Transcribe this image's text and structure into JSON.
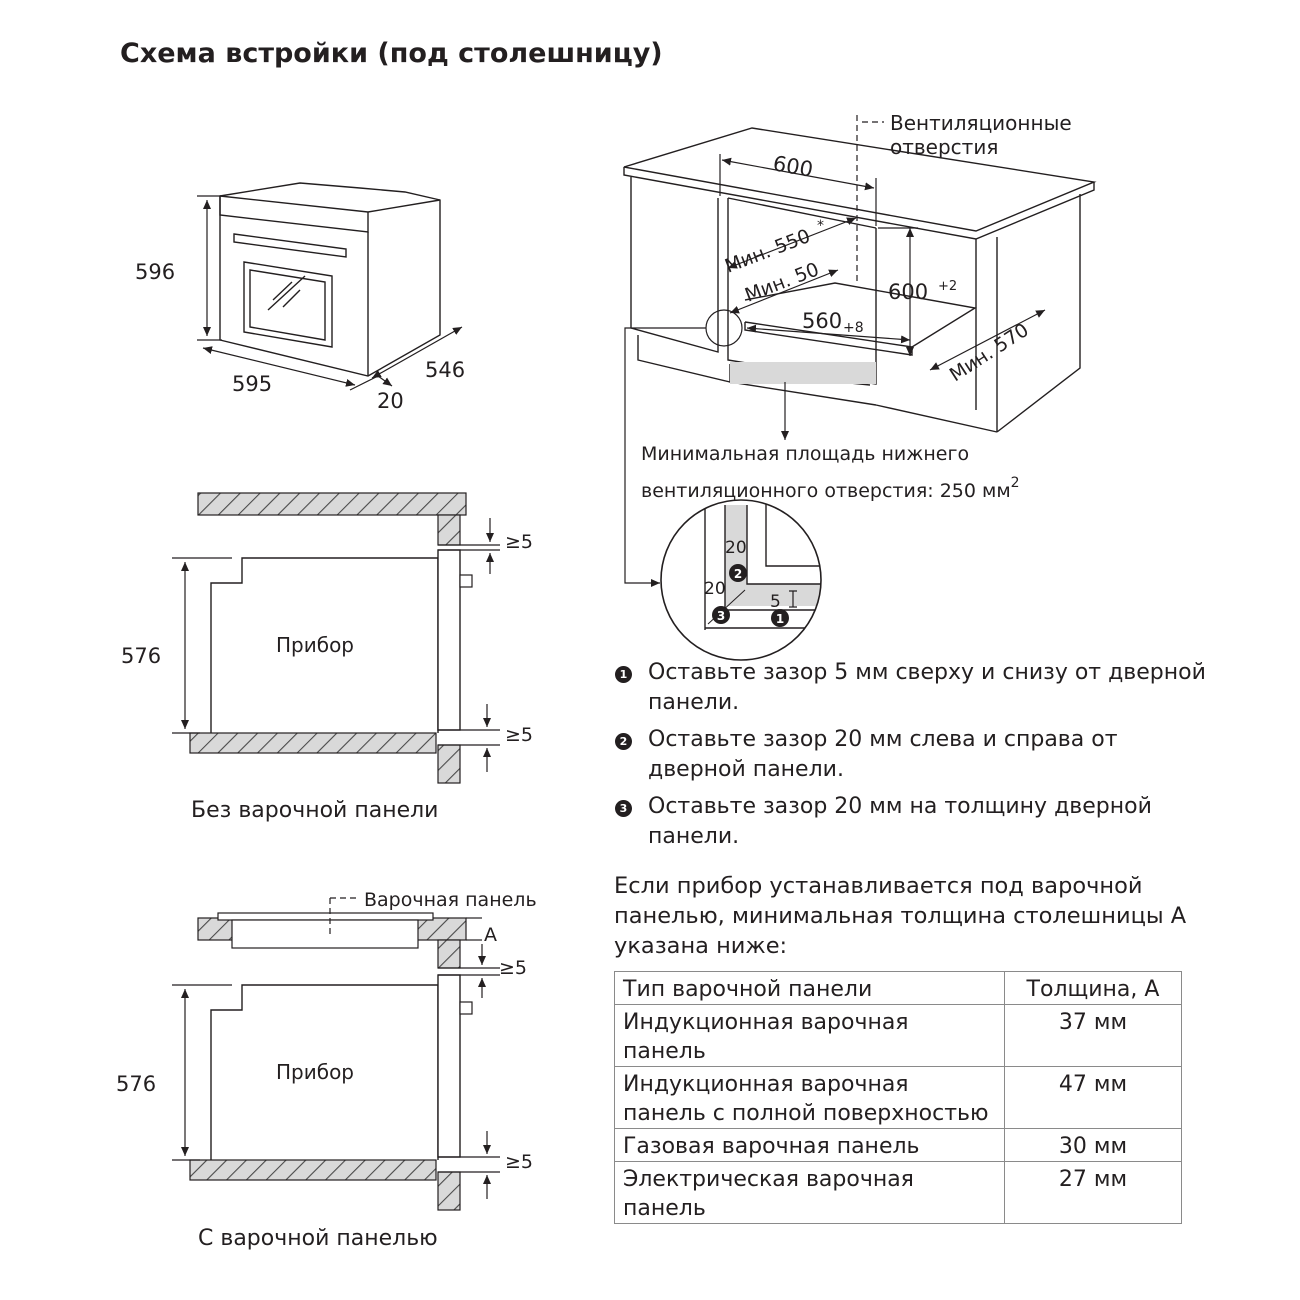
{
  "title": "Схема встройки (под столешницу)",
  "oven_dims": {
    "height": "596",
    "width": "595",
    "depth": "546",
    "door": "20"
  },
  "cabinet": {
    "vent_label_line1": "Вентиляционные",
    "vent_label_line2": "отверстия",
    "width": "600",
    "min_550": "Мин. 550",
    "asterisk": "*",
    "min_50": "Мин. 50",
    "height_600": "600",
    "height_tol": "+2",
    "width_560": "560",
    "width_tol": "+8",
    "min_570": "Мин. 570",
    "bottom_vent_line1": "Минимальная площадь нижнего",
    "bottom_vent_line2": "вентиляционного отверстия: 250 мм",
    "bottom_vent_sup": "2"
  },
  "detail": {
    "gap_a": "20",
    "gap_b": "20",
    "gap_c": "5",
    "mark1": "1",
    "mark2": "2",
    "mark3": "3"
  },
  "no_hob": {
    "height": "576",
    "device": "Прибор",
    "gap_top": "≥5",
    "gap_bottom": "≥5",
    "caption": "Без варочной панели"
  },
  "with_hob": {
    "hob_label": "Варочная панель",
    "a_label": "A",
    "height": "576",
    "device": "Прибор",
    "gap_top": "≥5",
    "gap_bottom": "≥5",
    "caption": "С варочной панелью"
  },
  "notes": [
    {
      "num": "1",
      "text": "Оставьте зазор 5 мм сверху и снизу от дверной панели."
    },
    {
      "num": "2",
      "text": "Оставьте зазор 20 мм слева и справа от дверной панели."
    },
    {
      "num": "3",
      "text": "Оставьте зазор 20 мм на толщину дверной панели."
    }
  ],
  "intro": "Если прибор устанавливается под варочной панелью, минимальная толщина столешницы A указана ниже:",
  "table": {
    "headers": [
      "Тип варочной панели",
      "Толщина, A"
    ],
    "rows": [
      [
        "Индукционная варочная панель",
        "37 мм"
      ],
      [
        "Индукционная варочная панель с полной поверхностью",
        "47 мм"
      ],
      [
        "Газовая варочная панель",
        "30 мм"
      ],
      [
        "Электрическая варочная панель",
        "27 мм"
      ]
    ]
  },
  "colors": {
    "line": "#231f20",
    "hatch_fill": "#d9d9d9",
    "border": "#8a8a8a"
  }
}
